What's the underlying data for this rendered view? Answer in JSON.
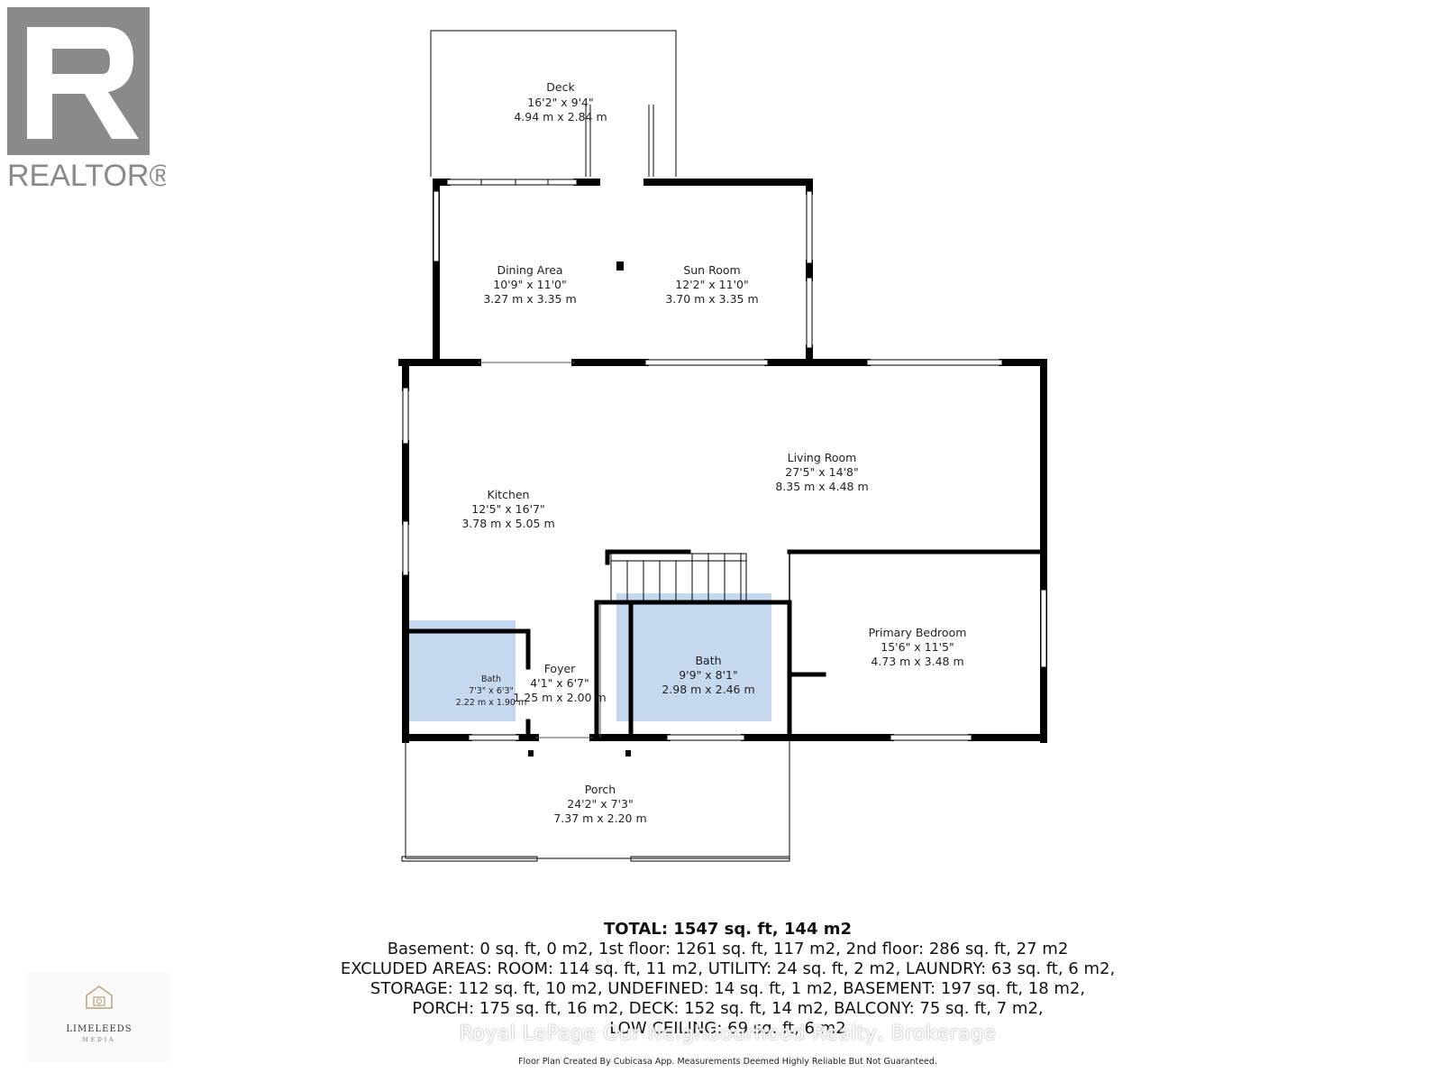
{
  "logo": {
    "text": "REALTOR®",
    "icon": "realtor-r-icon",
    "color": "#888888"
  },
  "rooms": [
    {
      "id": "deck",
      "name": "Deck",
      "imperial": "16'2\" x 9'4\"",
      "metric": "4.94 m x 2.84 m"
    },
    {
      "id": "dining",
      "name": "Dining Area",
      "imperial": "10'9\" x 11'0\"",
      "metric": "3.27 m x 3.35 m"
    },
    {
      "id": "sunroom",
      "name": "Sun Room",
      "imperial": "12'2\" x 11'0\"",
      "metric": "3.70 m x 3.35 m"
    },
    {
      "id": "living",
      "name": "Living Room",
      "imperial": "27'5\" x 14'8\"",
      "metric": "8.35 m x 4.48 m"
    },
    {
      "id": "kitchen",
      "name": "Kitchen",
      "imperial": "12'5\" x 16'7\"",
      "metric": "3.78 m x 5.05 m"
    },
    {
      "id": "bath1",
      "name": "Bath",
      "imperial": "7'3\" x 6'3\"",
      "metric": "2.22 m x 1.90 m"
    },
    {
      "id": "foyer",
      "name": "Foyer",
      "imperial": "4'1\" x 6'7\"",
      "metric": "1.25 m x 2.00 m"
    },
    {
      "id": "bath2",
      "name": "Bath",
      "imperial": "9'9\" x 8'1\"",
      "metric": "2.98 m x 2.46 m"
    },
    {
      "id": "bedroom",
      "name": "Primary Bedroom",
      "imperial": "15'6\" x 11'5\"",
      "metric": "4.73 m x 3.48 m"
    },
    {
      "id": "porch",
      "name": "Porch",
      "imperial": "24'2\" x 7'3\"",
      "metric": "7.37 m x 2.20 m"
    }
  ],
  "summary": {
    "total": "TOTAL: 1547 sq. ft, 144 m2",
    "lines": [
      "Basement: 0 sq. ft, 0 m2, 1st floor: 1261 sq. ft, 117 m2, 2nd floor: 286 sq. ft, 27 m2",
      "EXCLUDED AREAS: ROOM: 114 sq. ft, 11 m2, UTILITY: 24 sq. ft, 2 m2, LAUNDRY: 63 sq. ft, 6 m2,",
      "STORAGE: 112 sq. ft, 10 m2, UNDEFINED: 14 sq. ft, 1 m2, BASEMENT: 197 sq. ft, 18 m2,",
      "PORCH: 175 sq. ft, 16 m2, DECK: 152 sq. ft, 14 m2, BALCONY: 75 sq. ft, 7 m2,",
      "LOW CEILING: 69 sq. ft, 6 m2"
    ]
  },
  "watermark": "Royal LePage Our Neighbourhood Realty, Brokerage",
  "disclaimer": "Floor Plan Created By Cubicasa App. Measurements Deemed Highly Reliable But Not Guaranteed.",
  "media_logo": {
    "name": "LIMELEEDS",
    "sub": "MEDIA",
    "icon": "house-camera-icon"
  },
  "colors": {
    "wall": "#000000",
    "bath_fill": "#c5d8ee",
    "window": "#ffffff"
  }
}
